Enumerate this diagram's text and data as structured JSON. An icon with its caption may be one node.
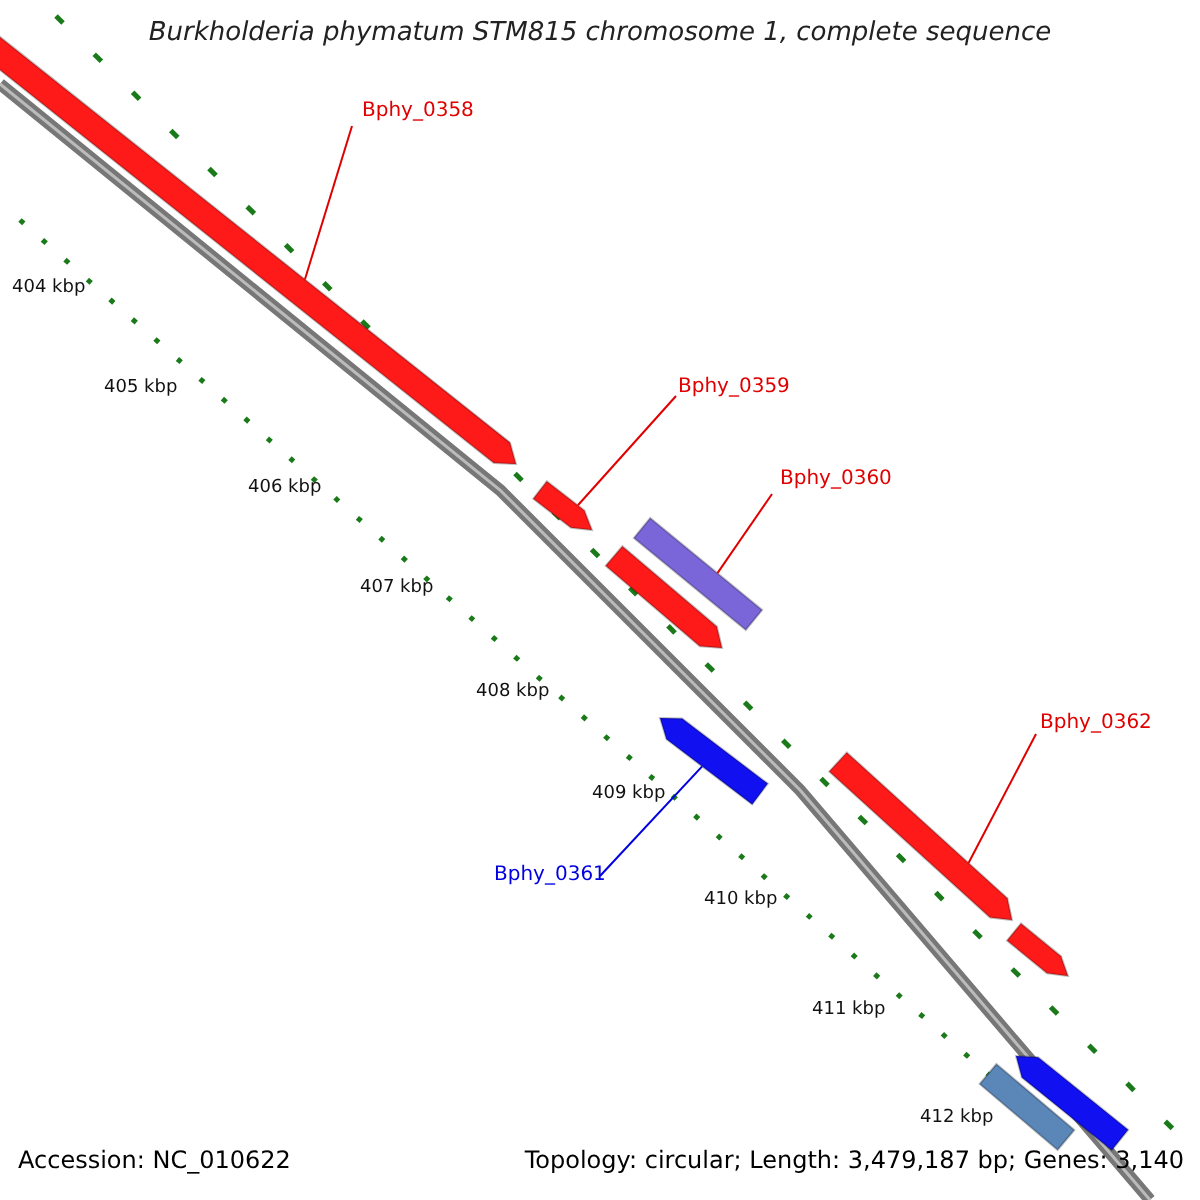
{
  "diagram": {
    "title": "Burkholderia phymatum STM815 chromosome 1, complete sequence",
    "nodes": [
      {
        "text": [
          "Bphy_0358"
        ]
      },
      {
        "text": [],
        "shape": "arrow"
      },
      {
        "text": [
          "Bphy_0359"
        ]
      },
      {
        "text": [],
        "shape": "arrow"
      },
      {
        "text": [
          "Bphy_0360"
        ]
      },
      {
        "text": [],
        "shape": "bar"
      },
      {
        "text": [
          "Bphy_0362"
        ]
      },
      {
        "text": [],
        "shape": "arrow"
      },
      {
        "text": [
          "Bphy_0361"
        ]
      },
      {
        "text": [],
        "shape": "arrow"
      },
      {
        "text": [],
        "shape": "arrow"
      },
      {
        "text": [],
        "shape": "arrow"
      },
      {
        "text": [],
        "shape": "arrow"
      },
      {
        "text": [],
        "shape": "bar"
      }
    ],
    "edges": [
      {
        "from": 0,
        "to": 1,
        "arrow": "none"
      },
      {
        "from": 2,
        "to": 3,
        "arrow": "none"
      },
      {
        "from": 4,
        "to": 5,
        "arrow": "none"
      },
      {
        "from": 6,
        "to": 7,
        "arrow": "none"
      },
      {
        "from": 8,
        "to": 9,
        "arrow": "none",
        "color": "#0000e0"
      }
    ],
    "labels": [
      "404 kbp",
      "405 kbp",
      "406 kbp",
      "407 kbp",
      "408 kbp",
      "409 kbp",
      "410 kbp",
      "411 kbp",
      "412 kbp",
      "Accession: NC_010622",
      "Topology: circular; Length: 3,479,187 bp; Genes: 3,140"
    ]
  }
}
